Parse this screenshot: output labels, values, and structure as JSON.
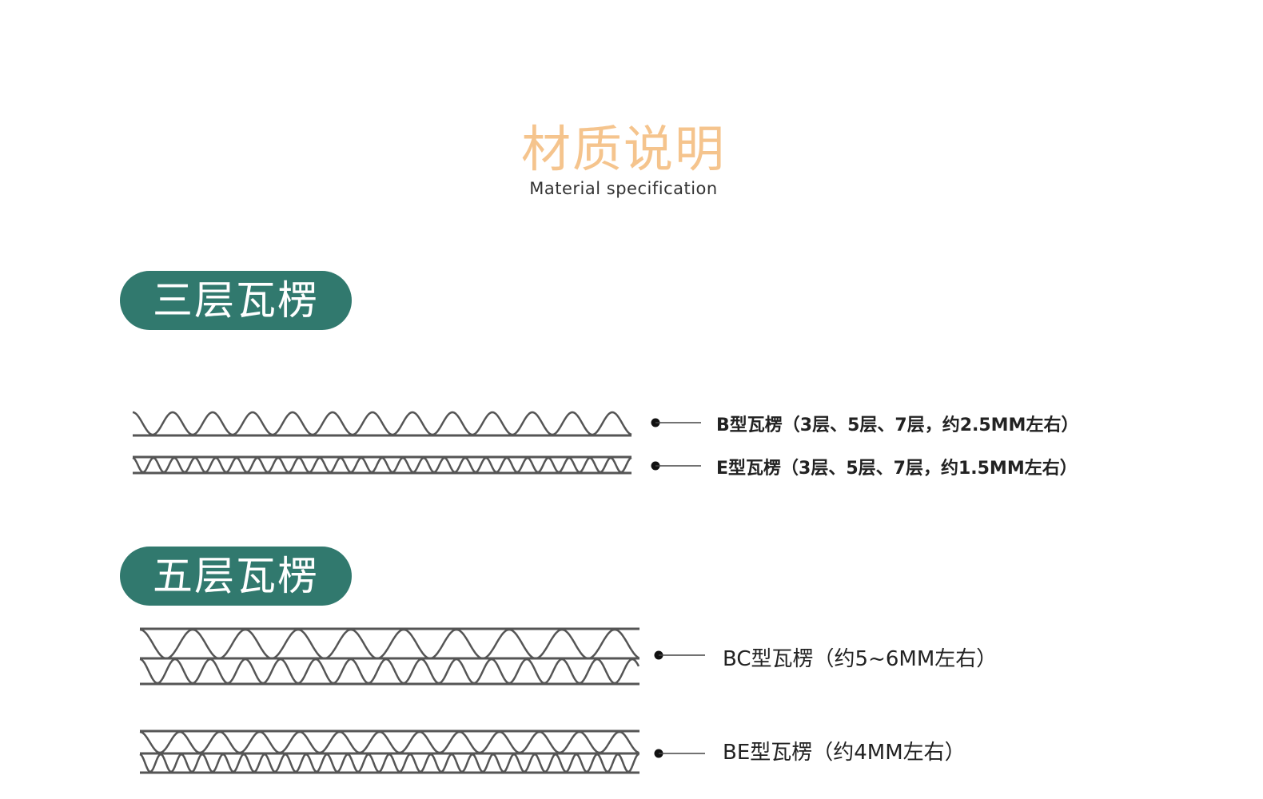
{
  "header": {
    "title_cn": "材质说明",
    "title_en": "Material specification"
  },
  "sections": [
    {
      "label": "三层瓦楞",
      "specs": [
        {
          "label": "B型瓦楞（3层、5层、7层，约2.5MM左右）"
        },
        {
          "label": "E型瓦楞（3层、5层、7层，约1.5MM左右）"
        }
      ]
    },
    {
      "label": "五层瓦楞",
      "specs": [
        {
          "label": "BC型瓦楞（约5~6MM左右）"
        },
        {
          "label": "BE型瓦楞（约4MM左右）"
        }
      ]
    }
  ],
  "colors": {
    "title": "#f5c48d",
    "badge": "#31796e",
    "line": "#555555"
  }
}
